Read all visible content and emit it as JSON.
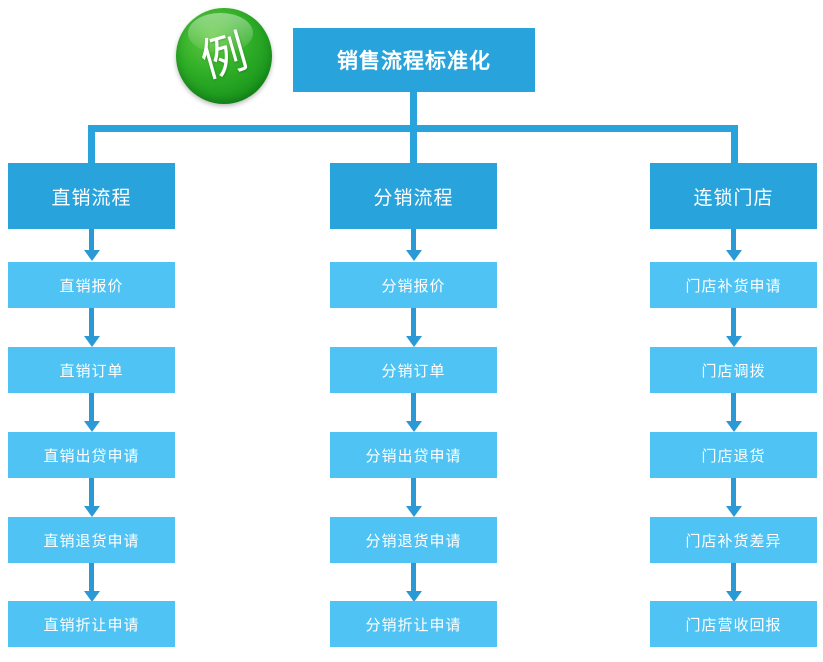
{
  "badge": {
    "label": "例"
  },
  "root": {
    "label": "销售流程标准化"
  },
  "columns": [
    {
      "header": "直销流程",
      "items": [
        "直销报价",
        "直销订单",
        "直销出贷申请",
        "直销退货申请",
        "直销折让申请"
      ]
    },
    {
      "header": "分销流程",
      "items": [
        "分销报价",
        "分销订单",
        "分销出贷申请",
        "分销退货申请",
        "分销折让申请"
      ]
    },
    {
      "header": "连锁门店",
      "items": [
        "门店补货申请",
        "门店调拨",
        "门店退货",
        "门店补货差异",
        "门店营收回报"
      ]
    }
  ],
  "colors": {
    "node_blue": "#29a3db",
    "subnode_blue": "#4fc4f4",
    "arrow_blue": "#2a99d6",
    "badge_green": "#2fae27",
    "text": "#ffffff"
  }
}
